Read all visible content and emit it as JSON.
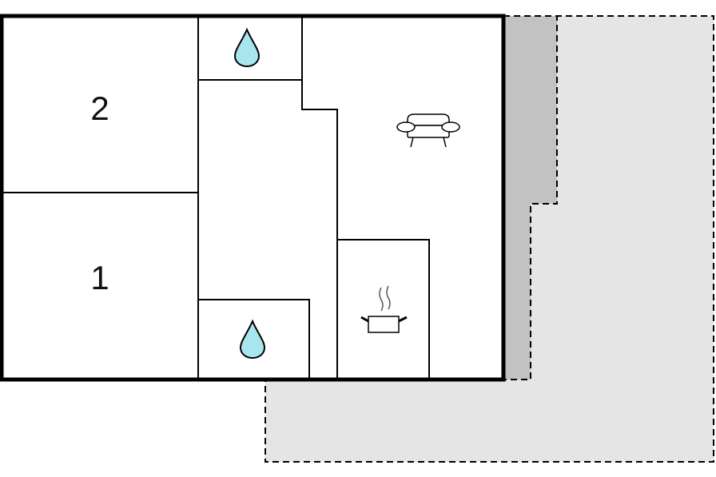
{
  "rooms": [
    {
      "name": "bedroom-2",
      "label": "2"
    },
    {
      "name": "bedroom-1",
      "label": "1"
    }
  ],
  "icons": [
    {
      "name": "water-drop-icon",
      "meaning": "bathroom"
    },
    {
      "name": "water-drop-icon",
      "meaning": "bathroom"
    },
    {
      "name": "sofa-icon",
      "meaning": "living room"
    },
    {
      "name": "cooking-pot-icon",
      "meaning": "kitchen"
    }
  ],
  "colors": {
    "walls": "#000000",
    "terrace_fill": "#e5e5e5",
    "covered_terrace_fill": "#c2c2c2",
    "water": "#a8e6ef",
    "background": "#ffffff"
  }
}
